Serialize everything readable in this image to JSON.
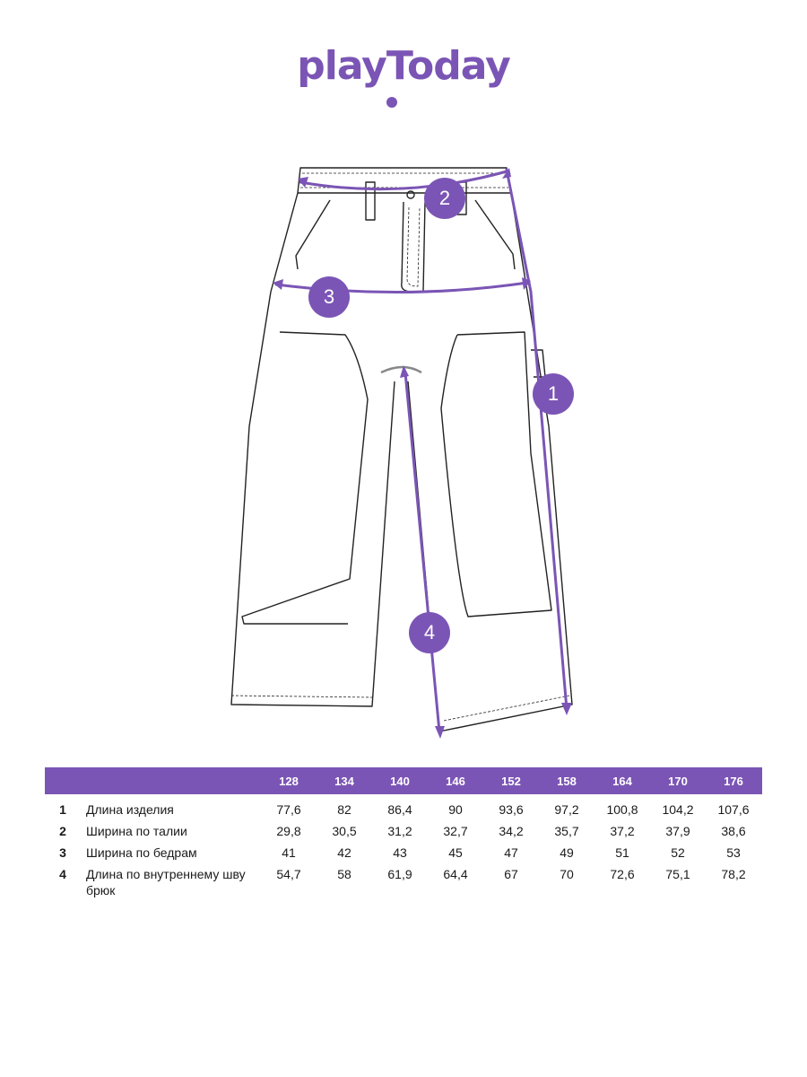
{
  "brand": {
    "logo_text": "playToday",
    "accent_color": "#7b55b5"
  },
  "diagram": {
    "badges": [
      "1",
      "2",
      "3",
      "4"
    ]
  },
  "size_table": {
    "sizes": [
      "128",
      "134",
      "140",
      "146",
      "152",
      "158",
      "164",
      "170",
      "176"
    ],
    "rows": [
      {
        "num": "1",
        "name": "Длина изделия",
        "values": [
          "77,6",
          "82",
          "86,4",
          "90",
          "93,6",
          "97,2",
          "100,8",
          "104,2",
          "107,6"
        ]
      },
      {
        "num": "2",
        "name": "Ширина по талии",
        "values": [
          "29,8",
          "30,5",
          "31,2",
          "32,7",
          "34,2",
          "35,7",
          "37,2",
          "37,9",
          "38,6"
        ]
      },
      {
        "num": "3",
        "name": "Ширина по бедрам",
        "values": [
          "41",
          "42",
          "43",
          "45",
          "47",
          "49",
          "51",
          "52",
          "53"
        ]
      },
      {
        "num": "4",
        "name": "Длина по внутреннему шву брюк",
        "values": [
          "54,7",
          "58",
          "61,9",
          "64,4",
          "67",
          "70",
          "72,6",
          "75,1",
          "78,2"
        ]
      }
    ]
  }
}
